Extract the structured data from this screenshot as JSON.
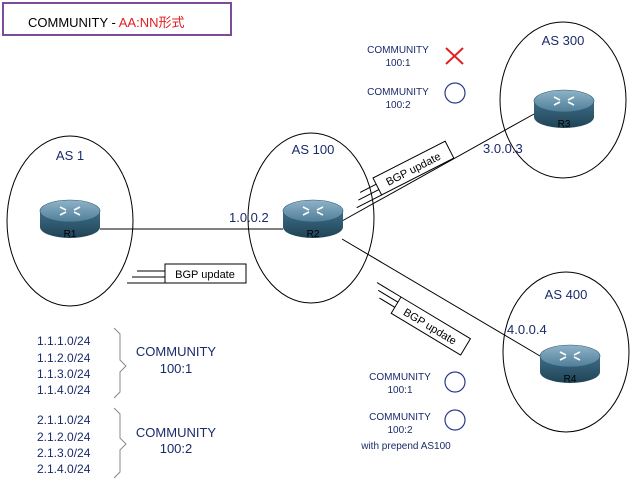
{
  "title": {
    "prefix": "COMMUNITY - ",
    "highlight": "AA:NN形式"
  },
  "as_areas": [
    {
      "id": "as1",
      "label": "AS 1"
    },
    {
      "id": "as100",
      "label": "AS 100"
    },
    {
      "id": "as300",
      "label": "AS 300"
    },
    {
      "id": "as400",
      "label": "AS 400"
    }
  ],
  "routers": [
    {
      "id": "r1",
      "label": "R1"
    },
    {
      "id": "r2",
      "label": "R2"
    },
    {
      "id": "r3",
      "label": "R3"
    },
    {
      "id": "r4",
      "label": "R4"
    }
  ],
  "addresses": {
    "r2_link": "1.0.0.2",
    "r3_link": "3.0.0.3",
    "r4_link": "4.0.0.4"
  },
  "bgp_update_label": "BGP update",
  "as300_communities": [
    {
      "name": "COMMUNITY",
      "value": "100:1",
      "mark": "cross"
    },
    {
      "name": "COMMUNITY",
      "value": "100:2",
      "mark": "circle"
    }
  ],
  "as400_communities": [
    {
      "name": "COMMUNITY",
      "value": "100:1",
      "mark": "circle"
    },
    {
      "name": "COMMUNITY",
      "value": "100:2",
      "note": "with prepend AS100",
      "mark": "circle"
    }
  ],
  "prefix_groups": [
    {
      "prefixes": [
        "1.1.1.0/24",
        "1.1.2.0/24",
        "1.1.3.0/24",
        "1.1.4.0/24"
      ],
      "community_name": "COMMUNITY",
      "community_value": "100:1"
    },
    {
      "prefixes": [
        "2.1.1.0/24",
        "2.1.2.0/24",
        "2.1.3.0/24",
        "2.1.4.0/24"
      ],
      "community_name": "COMMUNITY",
      "community_value": "100:2"
    }
  ],
  "colors": {
    "title_border": "#7a4c9a",
    "highlight": "#e02020",
    "text": "#1a2a6c",
    "mark_circle": "#2a3a8c",
    "mark_cross": "#e02020",
    "router": "#2e5f7a"
  }
}
